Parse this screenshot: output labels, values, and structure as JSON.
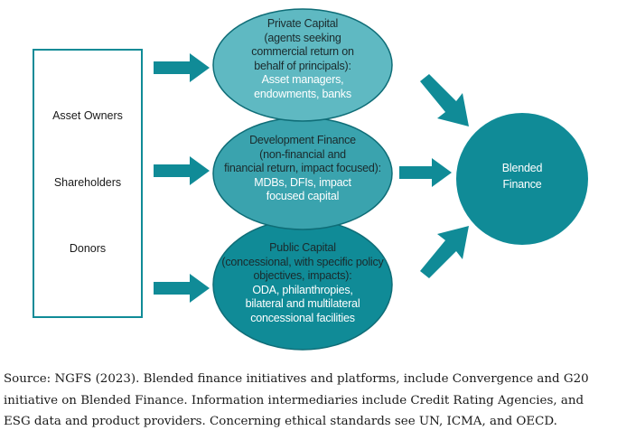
{
  "stakeholders": {
    "items": [
      "Asset Owners",
      "Shareholders",
      "Donors"
    ]
  },
  "private_capital": {
    "title": "Private Capital",
    "desc_lines": [
      "(agents seeking",
      "commercial return on",
      "behalf of principals):"
    ],
    "example_lines": [
      "Asset managers,",
      "endowments, banks"
    ]
  },
  "development_finance": {
    "title": "Development Finance",
    "desc_lines": [
      "(non-financial and",
      "financial return, impact focused):"
    ],
    "example_lines": [
      "MDBs, DFIs, impact",
      "focused capital"
    ]
  },
  "public_capital": {
    "title": "Public Capital",
    "desc_lines": [
      "(concessional, with specific policy",
      "objectives, impacts):"
    ],
    "example_lines": [
      "ODA, philanthropies,",
      "bilateral and multilateral",
      "concessional facilities"
    ]
  },
  "blended_finance": {
    "lines": [
      "Blended",
      "Finance"
    ]
  },
  "colors": {
    "light_teal": "#5fb9c2",
    "mid_teal": "#3aa3ae",
    "dark_teal": "#108b97",
    "outline": "#0f6d77",
    "example_text": "#ffffff"
  },
  "caption": {
    "text": "Source: NGFS (2023). Blended finance initiatives and platforms, include Convergence and G20 initiative on Blended Finance. Information intermediaries include Credit Rating Agencies, and ESG data and product providers. Concerning ethical standards see UN, ICMA, and OECD."
  }
}
